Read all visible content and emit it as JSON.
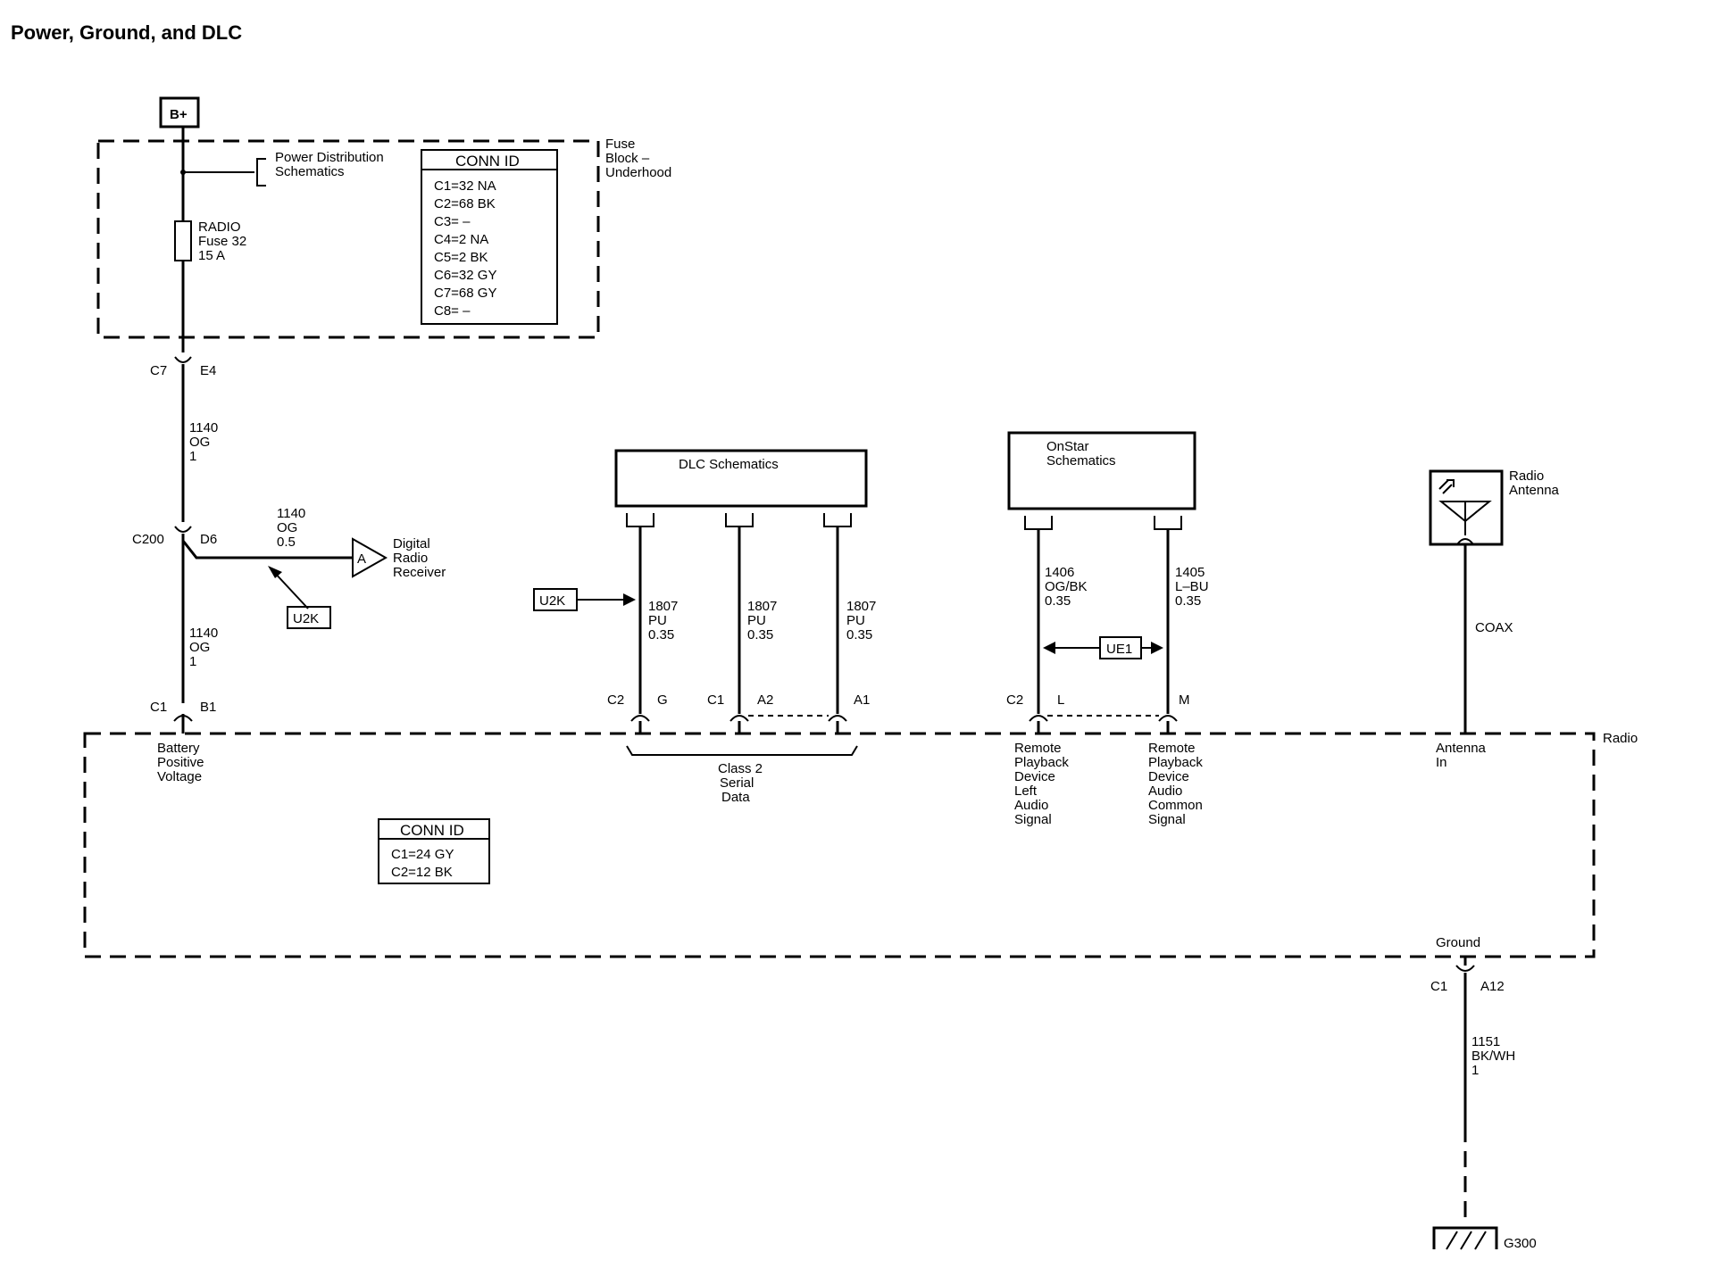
{
  "title": "Power, Ground, and DLC",
  "b_plus": "B+",
  "fuse_block": {
    "label": [
      "Fuse",
      "Block –",
      "Underhood"
    ],
    "power_dist": [
      "Power Distribution",
      "Schematics"
    ],
    "fuse": [
      "RADIO",
      "Fuse 32",
      "15 A"
    ],
    "conn_id_title": "CONN ID",
    "conn_ids": [
      "C1=32 NA",
      "C2=68 BK",
      "C3= –",
      "C4=2 NA",
      "C5=2 BK",
      "C6=32 GY",
      "C7=68 GY",
      "C8= –"
    ]
  },
  "power_wire": {
    "conn_top": {
      "left": "C7",
      "right": "E4"
    },
    "wire1": [
      "1140",
      "OG",
      "1"
    ],
    "conn_mid": {
      "left": "C200",
      "right": "D6"
    },
    "branch_wire": [
      "1140",
      "OG",
      "0.5"
    ],
    "branch_target": [
      "Digital",
      "Radio",
      "Receiver"
    ],
    "branch_symbol": "A",
    "u2k": "U2K",
    "wire2": [
      "1140",
      "OG",
      "1"
    ],
    "conn_bottom": {
      "left": "C1",
      "right": "B1"
    },
    "pin_label": [
      "Battery",
      "Positive",
      "Voltage"
    ]
  },
  "dlc": {
    "box_label": "DLC Schematics",
    "u2k": "U2K",
    "wires": [
      {
        "lines": [
          "1807",
          "PU",
          "0.35"
        ],
        "conn": "C2",
        "pin": "G"
      },
      {
        "lines": [
          "1807",
          "PU",
          "0.35"
        ],
        "conn": "C1",
        "pin": "A2"
      },
      {
        "lines": [
          "1807",
          "PU",
          "0.35"
        ],
        "conn": "",
        "pin": "A1"
      }
    ],
    "bus_label": [
      "Class 2",
      "Serial",
      "Data"
    ]
  },
  "onstar": {
    "box_label": [
      "OnStar",
      "Schematics"
    ],
    "ue1": "UE1",
    "wires": [
      {
        "lines": [
          "1406",
          "OG/BK",
          "0.35"
        ],
        "conn": "C2",
        "pin": "L",
        "signal": [
          "Remote",
          "Playback",
          "Device",
          "Left",
          "Audio",
          "Signal"
        ]
      },
      {
        "lines": [
          "1405",
          "L–BU",
          "0.35"
        ],
        "conn": "",
        "pin": "M",
        "signal": [
          "Remote",
          "Playback",
          "Device",
          "Audio",
          "Common",
          "Signal"
        ]
      }
    ]
  },
  "antenna": {
    "label": [
      "Radio",
      "Antenna"
    ],
    "wire": "COAX",
    "pin_label": [
      "Antenna",
      "In"
    ]
  },
  "radio": {
    "label": "Radio",
    "conn_id_title": "CONN ID",
    "conn_ids": [
      "C1=24 GY",
      "C2=12 BK"
    ]
  },
  "ground": {
    "pin_label": "Ground",
    "conn": {
      "left": "C1",
      "right": "A12"
    },
    "wire": [
      "1151",
      "BK/WH",
      "1"
    ],
    "ground_id": "G300"
  }
}
